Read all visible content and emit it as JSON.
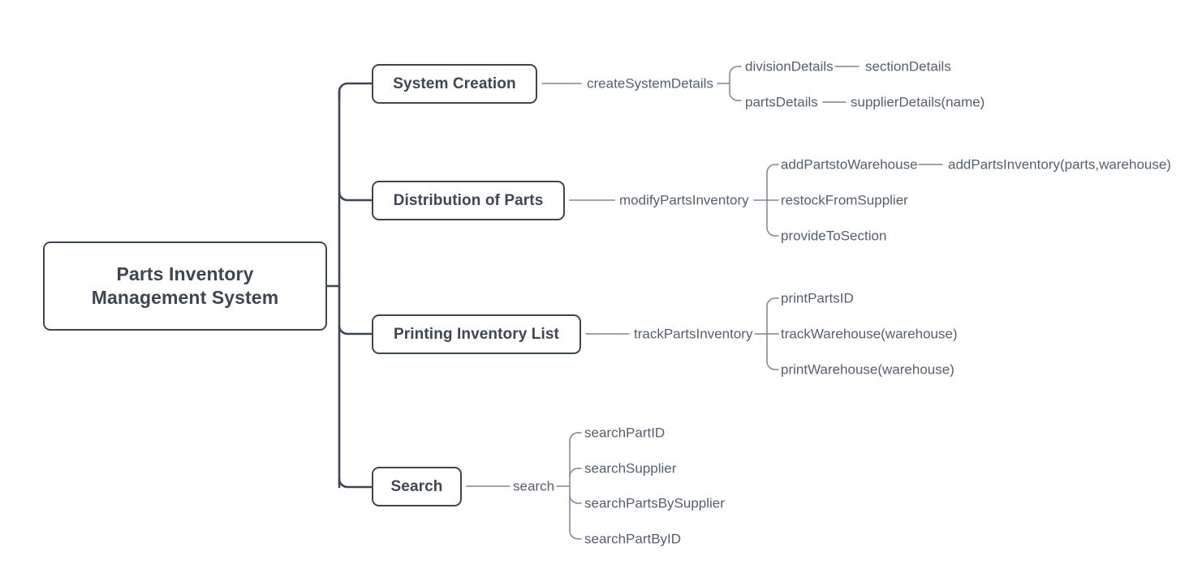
{
  "diagram": {
    "type": "mindmap",
    "title": "Parts Inventory Management System",
    "root": {
      "label": "Parts Inventory\nManagement System"
    },
    "colors": {
      "node_border": "#3d4653",
      "node_text": "#3d4653",
      "leaf_text": "#545f70",
      "connector_strong": "#3d4653",
      "connector_thin": "#7d8694",
      "background": "#ffffff"
    },
    "branches": [
      {
        "label": "System Creation",
        "level2": [
          {
            "label": "createSystemDetails",
            "level3": [
              {
                "label": "divisionDetails",
                "level4": [
                  "sectionDetails"
                ]
              },
              {
                "label": "partsDetails",
                "level4": [
                  "supplierDetails(name)"
                ]
              }
            ]
          }
        ]
      },
      {
        "label": "Distribution of Parts",
        "level2": [
          {
            "label": "modifyPartsInventory",
            "level3": [
              {
                "label": "addPartstoWarehouse",
                "level4": [
                  "addPartsInventory(parts,warehouse)"
                ]
              },
              {
                "label": "restockFromSupplier",
                "level4": []
              },
              {
                "label": "provideToSection",
                "level4": []
              }
            ]
          }
        ]
      },
      {
        "label": "Printing Inventory List",
        "level2": [
          {
            "label": "trackPartsInventory",
            "level3": [
              {
                "label": "printPartsID",
                "level4": []
              },
              {
                "label": "trackWarehouse(warehouse)",
                "level4": []
              },
              {
                "label": "printWarehouse(warehouse)",
                "level4": []
              }
            ]
          }
        ]
      },
      {
        "label": "Search",
        "level2": [
          {
            "label": "search",
            "level3": [
              {
                "label": "searchPartID",
                "level4": []
              },
              {
                "label": "searchSupplier",
                "level4": []
              },
              {
                "label": "searchPartsBySupplier",
                "level4": []
              },
              {
                "label": "searchPartByID",
                "level4": []
              }
            ]
          }
        ]
      }
    ],
    "labels": {
      "l2_0_0": "createSystemDetails",
      "l3_0_0": "divisionDetails",
      "l4_0_0": "sectionDetails",
      "l3_0_1": "partsDetails",
      "l4_0_1": "supplierDetails(name)",
      "l2_1_0": "modifyPartsInventory",
      "l3_1_0": "addPartstoWarehouse",
      "l4_1_0": "addPartsInventory(parts,warehouse)",
      "l3_1_1": "restockFromSupplier",
      "l3_1_2": "provideToSection",
      "l2_2_0": "trackPartsInventory",
      "l3_2_0": "printPartsID",
      "l3_2_1": "trackWarehouse(warehouse)",
      "l3_2_2": "printWarehouse(warehouse)",
      "l2_3_0": "search",
      "l3_3_0": "searchPartID",
      "l3_3_1": "searchSupplier",
      "l3_3_2": "searchPartsBySupplier",
      "l3_3_3": "searchPartByID"
    }
  }
}
